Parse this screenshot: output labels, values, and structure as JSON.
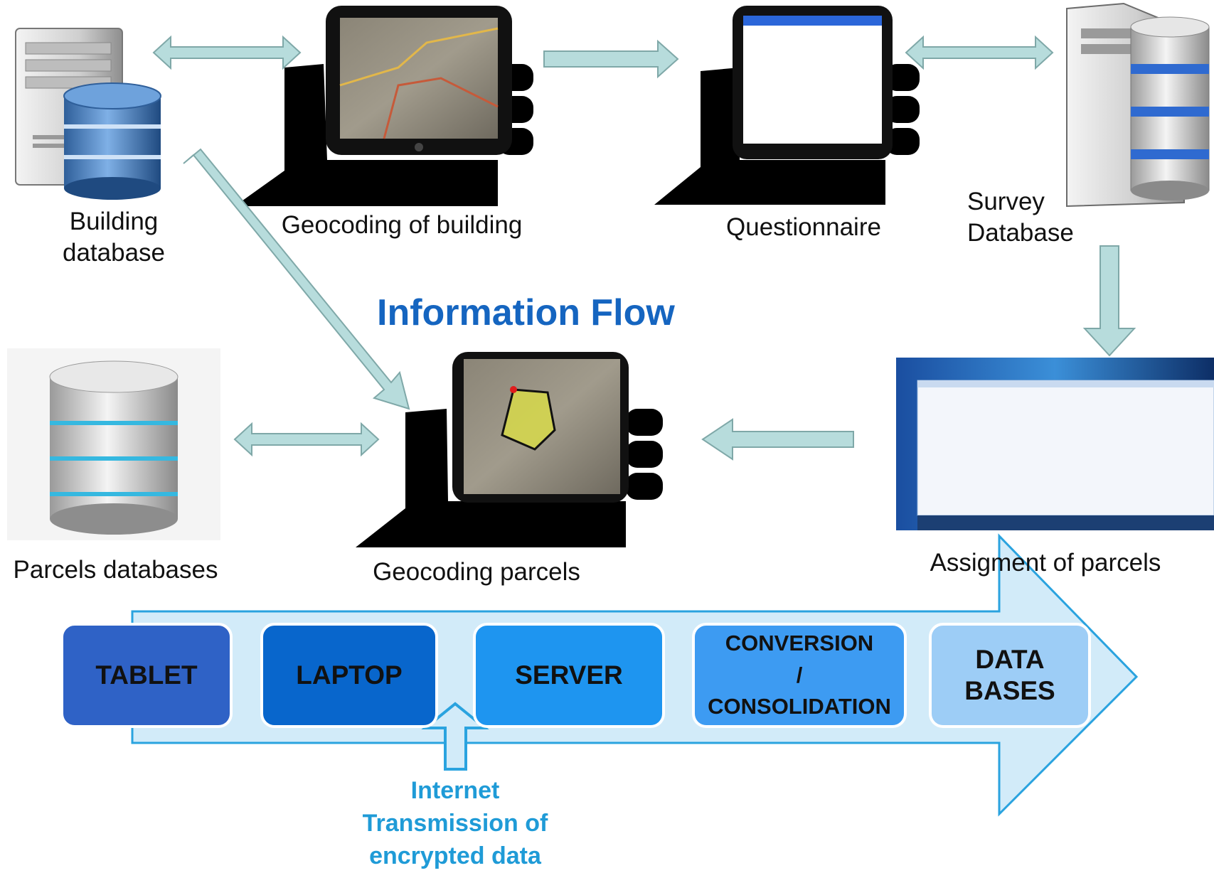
{
  "title": "Information Flow",
  "nodes": {
    "building_db": "Building\ndatabase",
    "geocoding_building": "Geocoding of building",
    "questionnaire": "Questionnaire",
    "survey_db": "Survey\nDatabase",
    "parcels_db": "Parcels databases",
    "geocoding_parcels": "Geocoding parcels",
    "assignment": "Assigment of parcels"
  },
  "pipeline": [
    {
      "label": "TABLET",
      "color": "#2f62c6"
    },
    {
      "label": "LAPTOP",
      "color": "#0866cc"
    },
    {
      "label": "SERVER",
      "color": "#1e95f0"
    },
    {
      "label": "CONVERSION\n/\nCONSOLIDATION",
      "color": "#3d9bf2"
    },
    {
      "label": "DATA\nBASES",
      "color": "#9dcdf6"
    }
  ],
  "internet_note": "Internet\nTransmission of\nencrypted data",
  "colors": {
    "title": "#1565c0",
    "flow_arrow_fill": "#b7dcdc",
    "flow_arrow_stroke": "#7fa8a8",
    "big_arrow_fill": "#d2ebf9",
    "big_arrow_stroke": "#2aa3df",
    "internet_text": "#1f9bd7"
  }
}
